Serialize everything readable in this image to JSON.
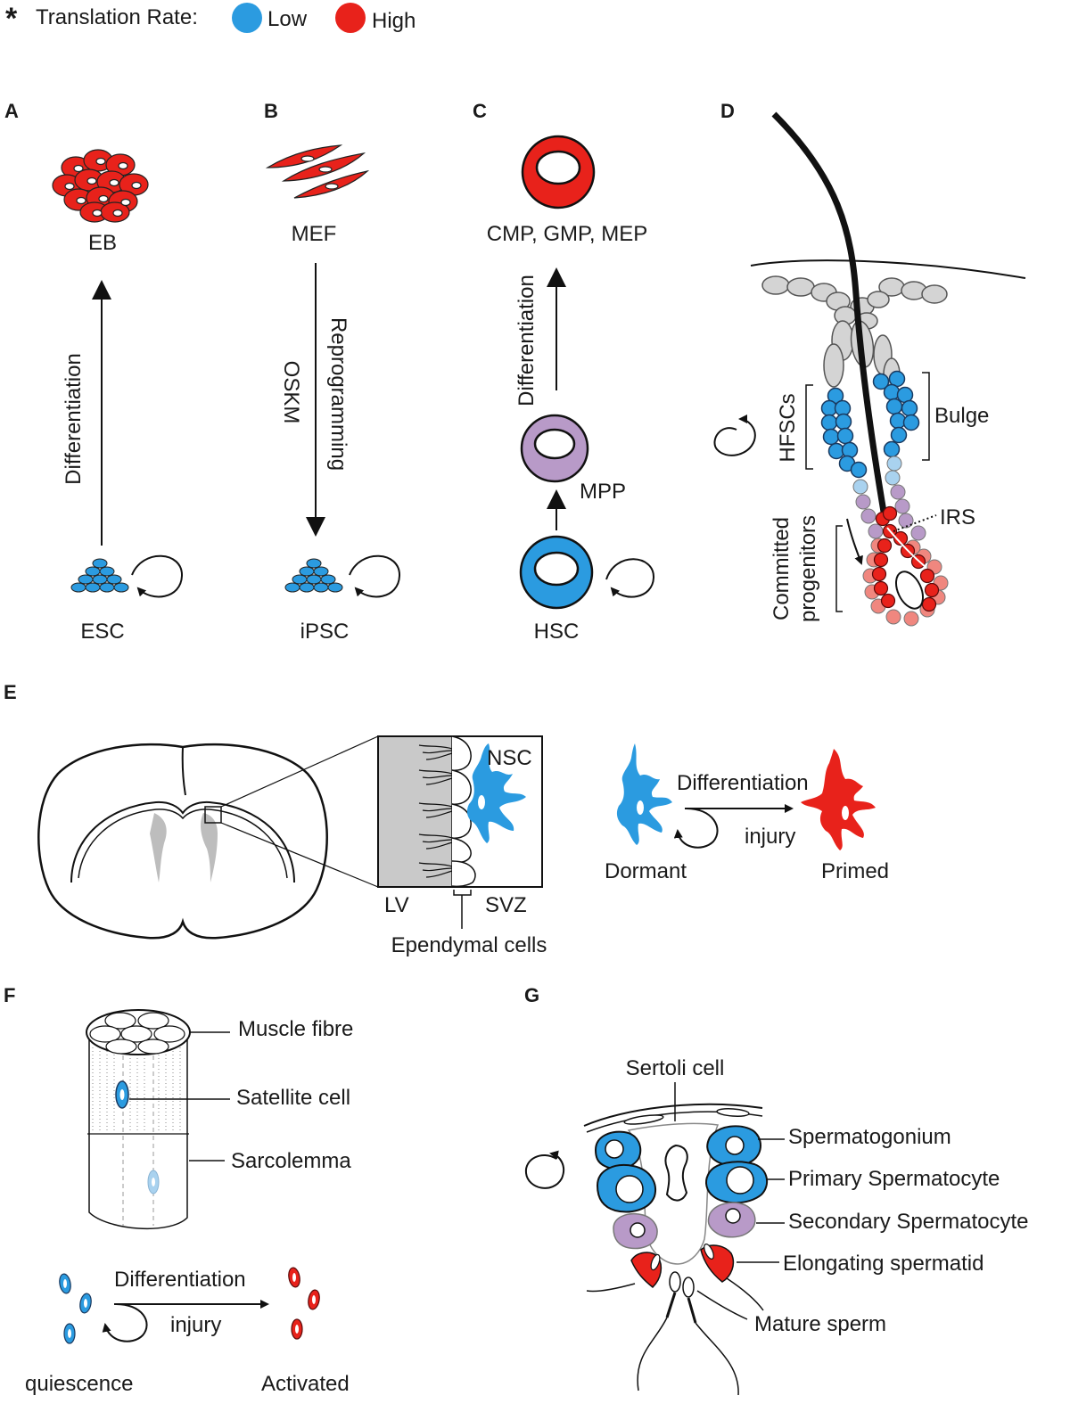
{
  "legend": {
    "asterisk": "*",
    "title": "Translation Rate:",
    "low_label": "Low",
    "high_label": "High",
    "low_color": "#2b9be0",
    "high_color": "#e8221b"
  },
  "colors": {
    "low": "#2b9be0",
    "high": "#e8221b",
    "intermediate": "#b89ac8",
    "light_low": "#a9d2ef",
    "light_high": "#f0877f",
    "grey": "#d4d4d4"
  },
  "panels": {
    "a": {
      "letter": "A",
      "top_label": "EB",
      "bottom_label": "ESC",
      "arrow_label": "Differentiation"
    },
    "b": {
      "letter": "B",
      "top_label": "MEF",
      "bottom_label": "iPSC",
      "arrow_label_main": "Reprogramming",
      "arrow_label_side": "OSKM"
    },
    "c": {
      "letter": "C",
      "top_label": "CMP, GMP, MEP",
      "middle_label": "MPP",
      "bottom_label": "HSC",
      "arrow_label": "Differentiation"
    },
    "d": {
      "letter": "D",
      "hfsc_label": "HFSCs",
      "bulge_label": "Bulge",
      "irs_label": "IRS",
      "committed_line1": "Committed",
      "committed_line2": "progenitors"
    },
    "e": {
      "letter": "E",
      "nsc_label": "NSC",
      "lv_label": "LV",
      "svz_label": "SVZ",
      "ependymal_label": "Ependymal cells",
      "differentiation_label": "Differentiation",
      "injury_label": "injury",
      "dormant_label": "Dormant",
      "primed_label": "Primed"
    },
    "f": {
      "letter": "F",
      "muscle_fibre_label": "Muscle fibre",
      "satellite_label": "Satellite cell",
      "sarcolemma_label": "Sarcolemma",
      "differentiation_label": "Differentiation",
      "injury_label": "injury",
      "quiescence_label": "quiescence",
      "activated_label": "Activated"
    },
    "g": {
      "letter": "G",
      "sertoli_label": "Sertoli cell",
      "spermatogonium_label": "Spermatogonium",
      "primary_label": "Primary Spermatocyte",
      "secondary_label": "Secondary Spermatocyte",
      "elongating_label": "Elongating spermatid",
      "mature_label": "Mature sperm"
    }
  }
}
